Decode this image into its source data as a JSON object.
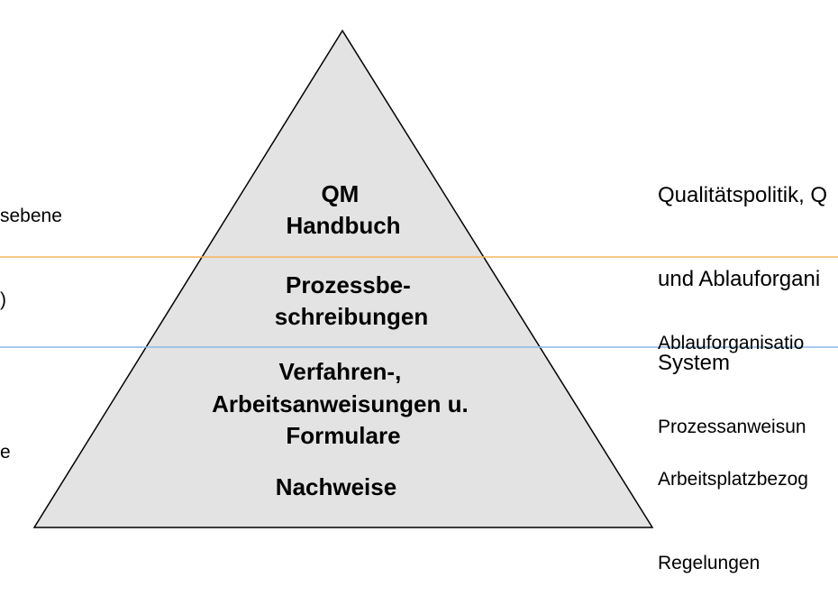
{
  "colors": {
    "pyramid_fill": "#e3e3e3",
    "pyramid_stroke": "#000000",
    "divider_top": "#f5b35c",
    "divider_bottom": "#8ab9e6"
  },
  "left_labels": {
    "top": [
      "sebene",
      ")"
    ],
    "bottom": [
      "e"
    ]
  },
  "pyramid": {
    "tier1": [
      "QM",
      "Handbuch"
    ],
    "tier2": [
      "Prozessbe-",
      "schreibungen"
    ],
    "tier3": [
      "Verfahren-,",
      "Arbeitsanweisungen u.",
      "Formulare"
    ],
    "tier4": "Nachweise"
  },
  "descriptions": {
    "top": [
      "Qualitätspolitik, Q",
      "und Ablauforgani",
      "System"
    ],
    "middle": [
      "Ablauforganisatio",
      "Prozessanweisun"
    ],
    "bottom": [
      "Arbeitsplatzbezog",
      "Regelungen"
    ]
  }
}
